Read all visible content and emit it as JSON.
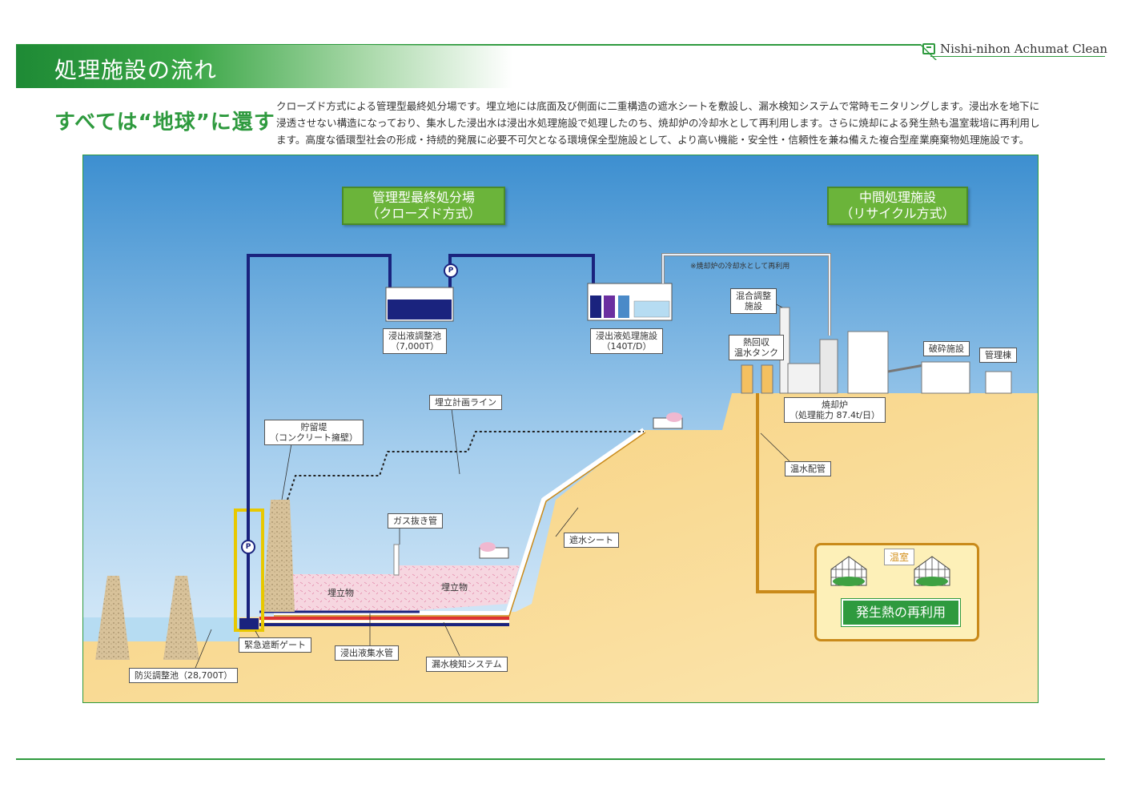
{
  "header": {
    "title": "処理施設の流れ",
    "brand": "Nishi-nihon Achumat Clean"
  },
  "tagline": "すべては“地球”に還す",
  "intro": "クローズド方式による管理型最終処分場です。埋立地には底面及び側面に二重構造の遮水シートを敷設し、漏水検知システムで常時モニタリングします。浸出水を地下に浸透させない構造になっており、集水した浸出水は浸出水処理施設で処理したのち、焼却炉の冷却水として再利用します。さらに焼却による発生熱も温室栽培に再利用します。高度な循環型社会の形成・持続的発展に必要不可欠となる環境保全型施設として、より高い機能・安全性・信頼性を兼ね備えた複合型産業廃棄物処理施設です。",
  "diagram": {
    "section_left": {
      "line1": "管理型最終処分場",
      "line2": "（クローズド方式）"
    },
    "section_right": {
      "line1": "中間処理施設",
      "line2": "（リサイクル方式）"
    },
    "note_cooling": "※焼却炉の冷却水として再利用",
    "adjust_pond": {
      "line1": "浸出液調整池",
      "line2": "（7,000T）"
    },
    "treatment": {
      "line1": "浸出液処理施設",
      "line2": "（140T/D）"
    },
    "mixing": {
      "line1": "混合調整",
      "line2": "施設"
    },
    "heat_tank": {
      "line1": "熱回収",
      "line2": "温水タンク"
    },
    "crusher": "破砕施設",
    "admin": "管理棟",
    "incinerator": {
      "line1": "焼却炉",
      "line2": "（処理能力 87.4t/日）"
    },
    "hot_water_pipe": "温水配管",
    "landfill_plan_line": "埋立計画ライン",
    "retaining_wall": {
      "line1": "貯留堤",
      "line2": "（コンクリート擁壁）"
    },
    "gas_pipe": "ガス抜き管",
    "landfill_1": "埋立物",
    "landfill_2": "埋立物",
    "liner": "遮水シート",
    "emergency_gate": "緊急遮断ゲート",
    "collection_pipe": "浸出液集水管",
    "leak_detection": "漏水検知システム",
    "disaster_pond": "防災調整池（28,700T）",
    "greenhouse": "温室",
    "heat_reuse": "発生熱の再利用",
    "pump_mark": "P"
  },
  "colors": {
    "brand_green": "#2e9a3e",
    "sky_top": "#3d8fd0",
    "ground": "#f4c060",
    "water_pipe": "#1a237e",
    "hot_pipe": "#c98a1a"
  }
}
